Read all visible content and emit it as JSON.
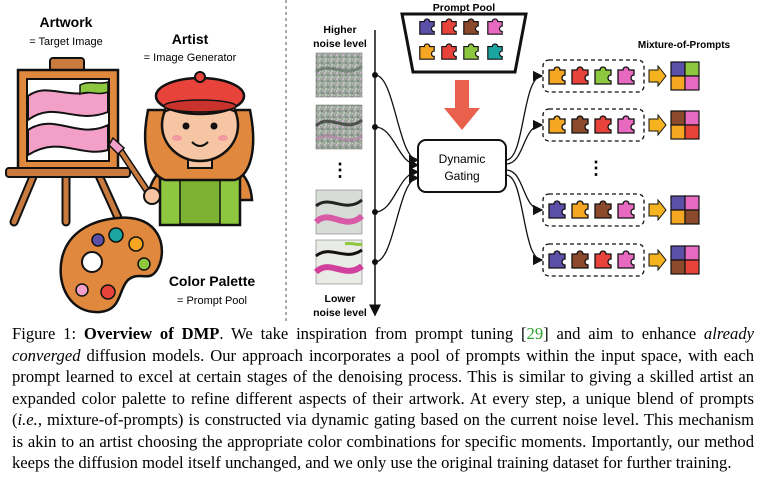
{
  "left_panel": {
    "artwork_title": "Artwork",
    "artwork_sub": "= Target Image",
    "artist_title": "Artist",
    "artist_sub": "= Image Generator",
    "palette_title": "Color Palette",
    "palette_sub": "= Prompt Pool"
  },
  "right_panel": {
    "noise_top_line1": "Higher",
    "noise_top_line2": "noise level",
    "noise_bottom_line1": "Lower",
    "noise_bottom_line2": "noise level",
    "pool_title": "Prompt Pool",
    "gating_line1": "Dynamic",
    "gating_line2": "Gating",
    "mixture_title": "Mixture-of-Prompts",
    "ellipsis": "⋮"
  },
  "colors": {
    "purple": "#5b4fa8",
    "red": "#e8433b",
    "brown": "#8b4a2b",
    "pink": "#e76ac0",
    "orange": "#f5a623",
    "green": "#8dc63f",
    "teal": "#1aa5a0",
    "arrow": "#e9604d"
  },
  "caption": {
    "figure_label": "Figure 1: ",
    "title": "Overview of DMP",
    "s1": ". We take inspiration from prompt tuning [",
    "cite": "29",
    "s2": "] and aim to enhance ",
    "emph1": "already converged",
    "s3": " diffusion models. Our approach incorporates a pool of prompts within the input space, with each prompt learned to excel at certain stages of the denoising process. This is similar to giving a skilled artist an expanded color palette to refine different aspects of their artwork. At every step, a unique blend of prompts (",
    "emph2": "i.e.",
    "s4": ", mixture-of-prompts) is constructed via dynamic gating based on the current noise level. This mechanism is akin to an artist choosing the appropriate color combinations for specific moments. Importantly, our method keeps the diffusion model itself unchanged, and we only use the original training dataset for further training."
  }
}
